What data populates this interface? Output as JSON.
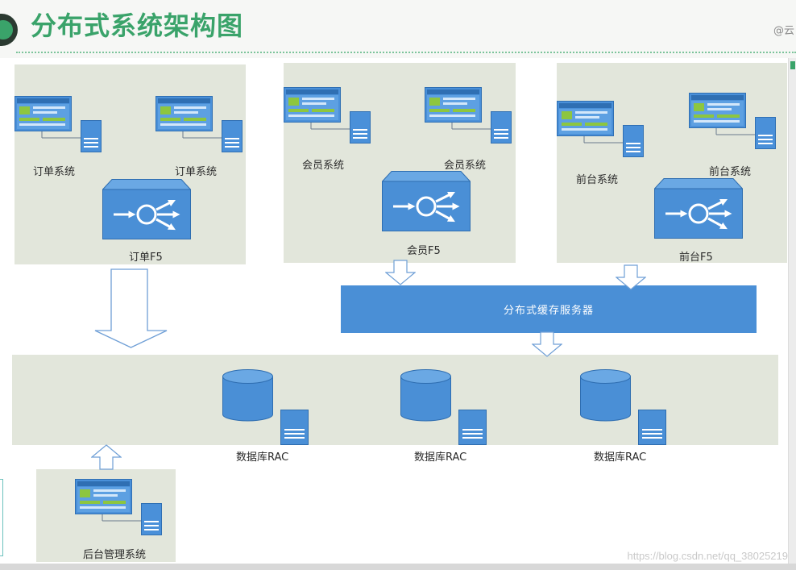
{
  "header": {
    "title": "分布式系统架构图",
    "author_tag": "@云"
  },
  "panels": {
    "order": {
      "systems": [
        "订单系统",
        "订单系统"
      ],
      "f5_label": "订单F5"
    },
    "member": {
      "systems": [
        "会员系统",
        "会员系统"
      ],
      "f5_label": "会员F5"
    },
    "frontend": {
      "systems": [
        "前台系统",
        "前台系统"
      ],
      "f5_label": "前台F5"
    }
  },
  "cache": {
    "label": "分布式缓存服务器"
  },
  "databases": {
    "labels": [
      "数据库RAC",
      "数据库RAC",
      "数据库RAC"
    ]
  },
  "admin": {
    "label": "后台管理系统"
  },
  "watermark": "https://blog.csdn.net/qq_38025219",
  "icons": {
    "title_bullet": "title-bullet-icon",
    "web_system": "web-server-icon",
    "load_balancer": "f5-load-balancer-icon",
    "database": "database-server-icon",
    "flow_arrow_down": "arrow-down-icon",
    "flow_arrow_up": "arrow-up-icon"
  },
  "colors": {
    "title_green": "#3aa36a",
    "dashed_rule": "#7cc49b",
    "panel_bg": "#e2e6db",
    "accent_blue": "#4a8fd6",
    "icon_green": "#8dc63f",
    "arrow_outline": "#6f9fd6"
  }
}
